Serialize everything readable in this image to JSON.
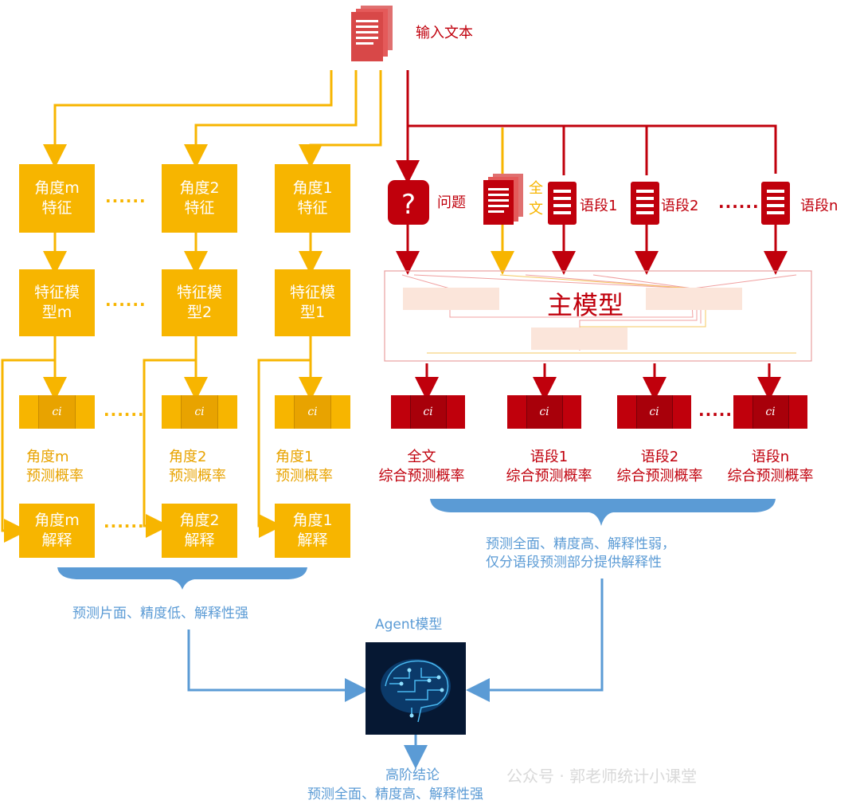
{
  "input_text": "输入文本",
  "angles": [
    {
      "feature": "角度m\n特征",
      "model": "特征模\n型m",
      "prob": "角度m\n预测概率",
      "explain": "角度m\n解释"
    },
    {
      "feature": "角度2\n特征",
      "model": "特征模\n型2",
      "prob": "角度2\n预测概率",
      "explain": "角度2\n解释"
    },
    {
      "feature": "角度1\n特征",
      "model": "特征模\n型1",
      "prob": "角度1\n预测概率",
      "explain": "角度1\n解释"
    }
  ],
  "ellipsis": "······",
  "c_label": "ci",
  "inputs": {
    "question": "问题",
    "fulltext_char1": "全",
    "fulltext_char2": "文",
    "segments": [
      "语段1",
      "语段2",
      "语段n"
    ]
  },
  "main_model": "主模型",
  "outputs": [
    "全文\n综合预测概率",
    "语段1\n综合预测概率",
    "语段2\n综合预测概率",
    "语段n\n综合预测概率"
  ],
  "left_summary": "预测片面、精度低、解释性强",
  "right_summary": "预测全面、精度高、解释性弱，\n仅分语段预测部分提供解释性",
  "agent_title": "Agent模型",
  "final_title": "高阶结论",
  "final_summary": "预测全面、精度高、解释性强",
  "watermark": "公众号 · 郭老师统计小课堂",
  "colors": {
    "yellow": "#f7b500",
    "red": "#c0000c",
    "blue": "#5b9bd5"
  }
}
